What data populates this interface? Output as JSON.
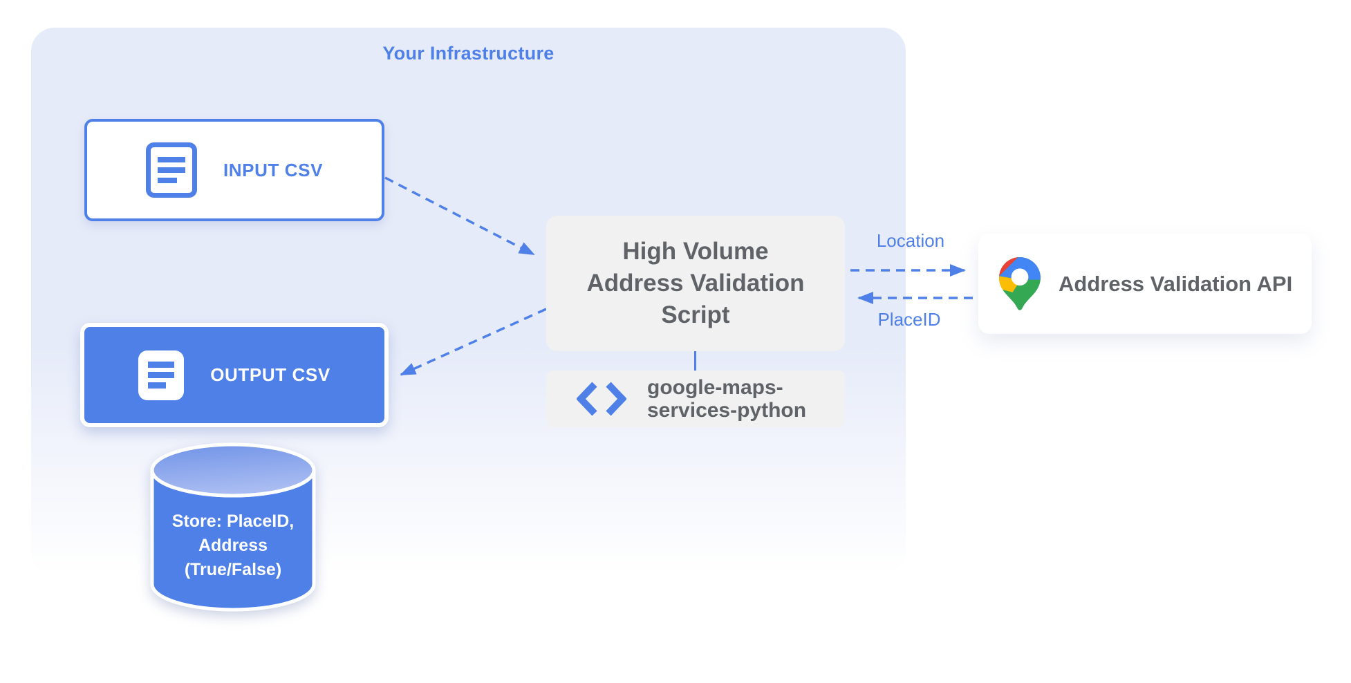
{
  "title": "Your Infrastructure",
  "colors": {
    "blue": "#4E80E8",
    "light_blue_bg": "#E6EBF9",
    "box_gray": "#F1F1F2",
    "text_gray": "#5F6368",
    "cyl_top_from": "#7093E7",
    "cyl_top_to": "#AABDF2",
    "maps_red": "#EA4335",
    "maps_blue": "#4285F4",
    "maps_yellow": "#FBBC04",
    "maps_green": "#34A853"
  },
  "nodes": {
    "input_csv": {
      "label": "INPUT CSV",
      "icon": "document-outline-icon"
    },
    "output_csv": {
      "label": "OUTPUT CSV",
      "icon": "document-filled-icon"
    },
    "datastore": {
      "lines": [
        "Store: PlaceID,",
        "Address",
        "(True/False)"
      ]
    },
    "script": {
      "lines": [
        "High Volume",
        "Address Validation",
        "Script"
      ]
    },
    "library": {
      "icon": "code-icon",
      "lines": [
        "google-maps-",
        "services-python"
      ]
    },
    "api": {
      "icon": "google-maps-pin-icon",
      "label": "Address Validation API"
    }
  },
  "edge_labels": {
    "script_to_api": "Location",
    "api_to_script": "PlaceID"
  }
}
